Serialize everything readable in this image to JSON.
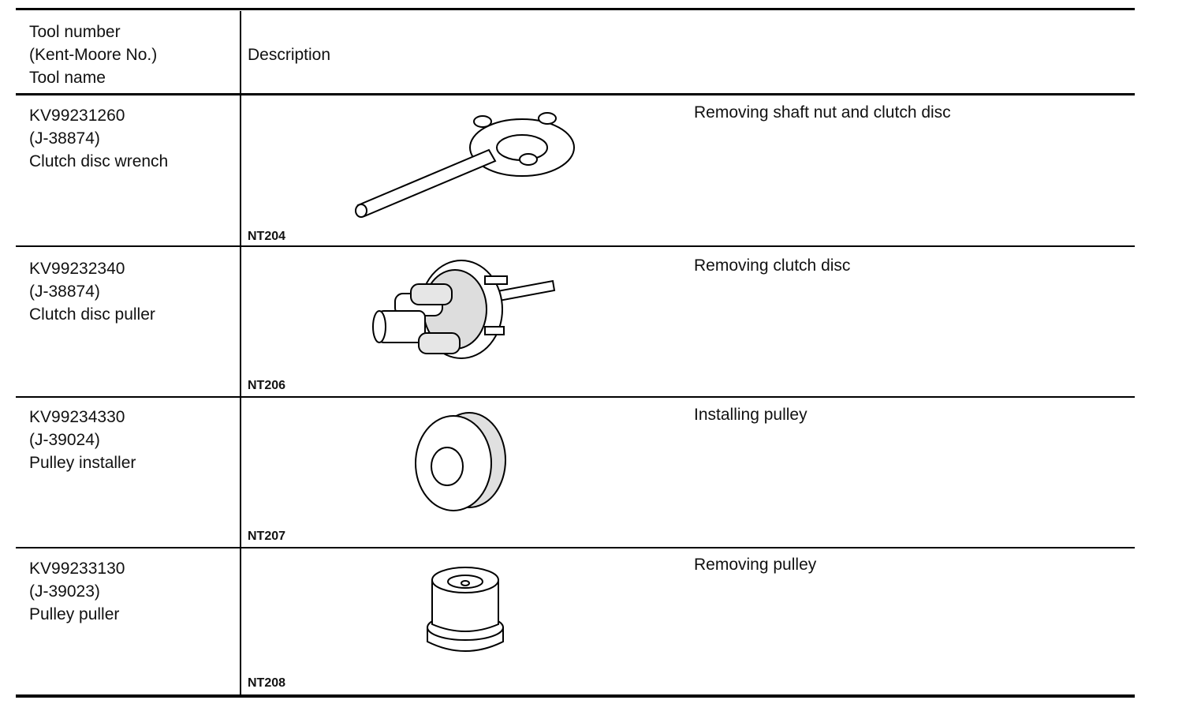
{
  "header": {
    "col1_line1": "Tool number",
    "col1_line2": "(Kent-Moore No.)",
    "col1_line3": "Tool name",
    "col2": "Description"
  },
  "rows": [
    {
      "tool_number": "KV99231260",
      "kent_moore": "(J-38874)",
      "tool_name": "Clutch disc wrench",
      "code": "NT204",
      "description": "Removing shaft nut and clutch disc",
      "illustration": "clutch-disc-wrench-drawing"
    },
    {
      "tool_number": "KV99232340",
      "kent_moore": "(J-38874)",
      "tool_name": "Clutch disc puller",
      "code": "NT206",
      "description": "Removing clutch disc",
      "illustration": "clutch-disc-puller-drawing"
    },
    {
      "tool_number": "KV99234330",
      "kent_moore": "(J-39024)",
      "tool_name": "Pulley installer",
      "code": "NT207",
      "description": "Installing pulley",
      "illustration": "pulley-installer-drawing"
    },
    {
      "tool_number": "KV99233130",
      "kent_moore": "(J-39023)",
      "tool_name": "Pulley puller",
      "code": "NT208",
      "description": "Removing pulley",
      "illustration": "pulley-puller-drawing"
    }
  ]
}
